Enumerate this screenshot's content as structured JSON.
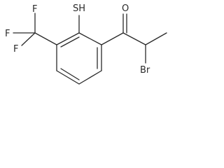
{
  "molecule": {
    "labels": {
      "thiol": "SH",
      "ketone_oxygen": "O",
      "bromine": "Br",
      "fluorine_top": "F",
      "fluorine_left": "F",
      "fluorine_bottom": "F"
    }
  }
}
